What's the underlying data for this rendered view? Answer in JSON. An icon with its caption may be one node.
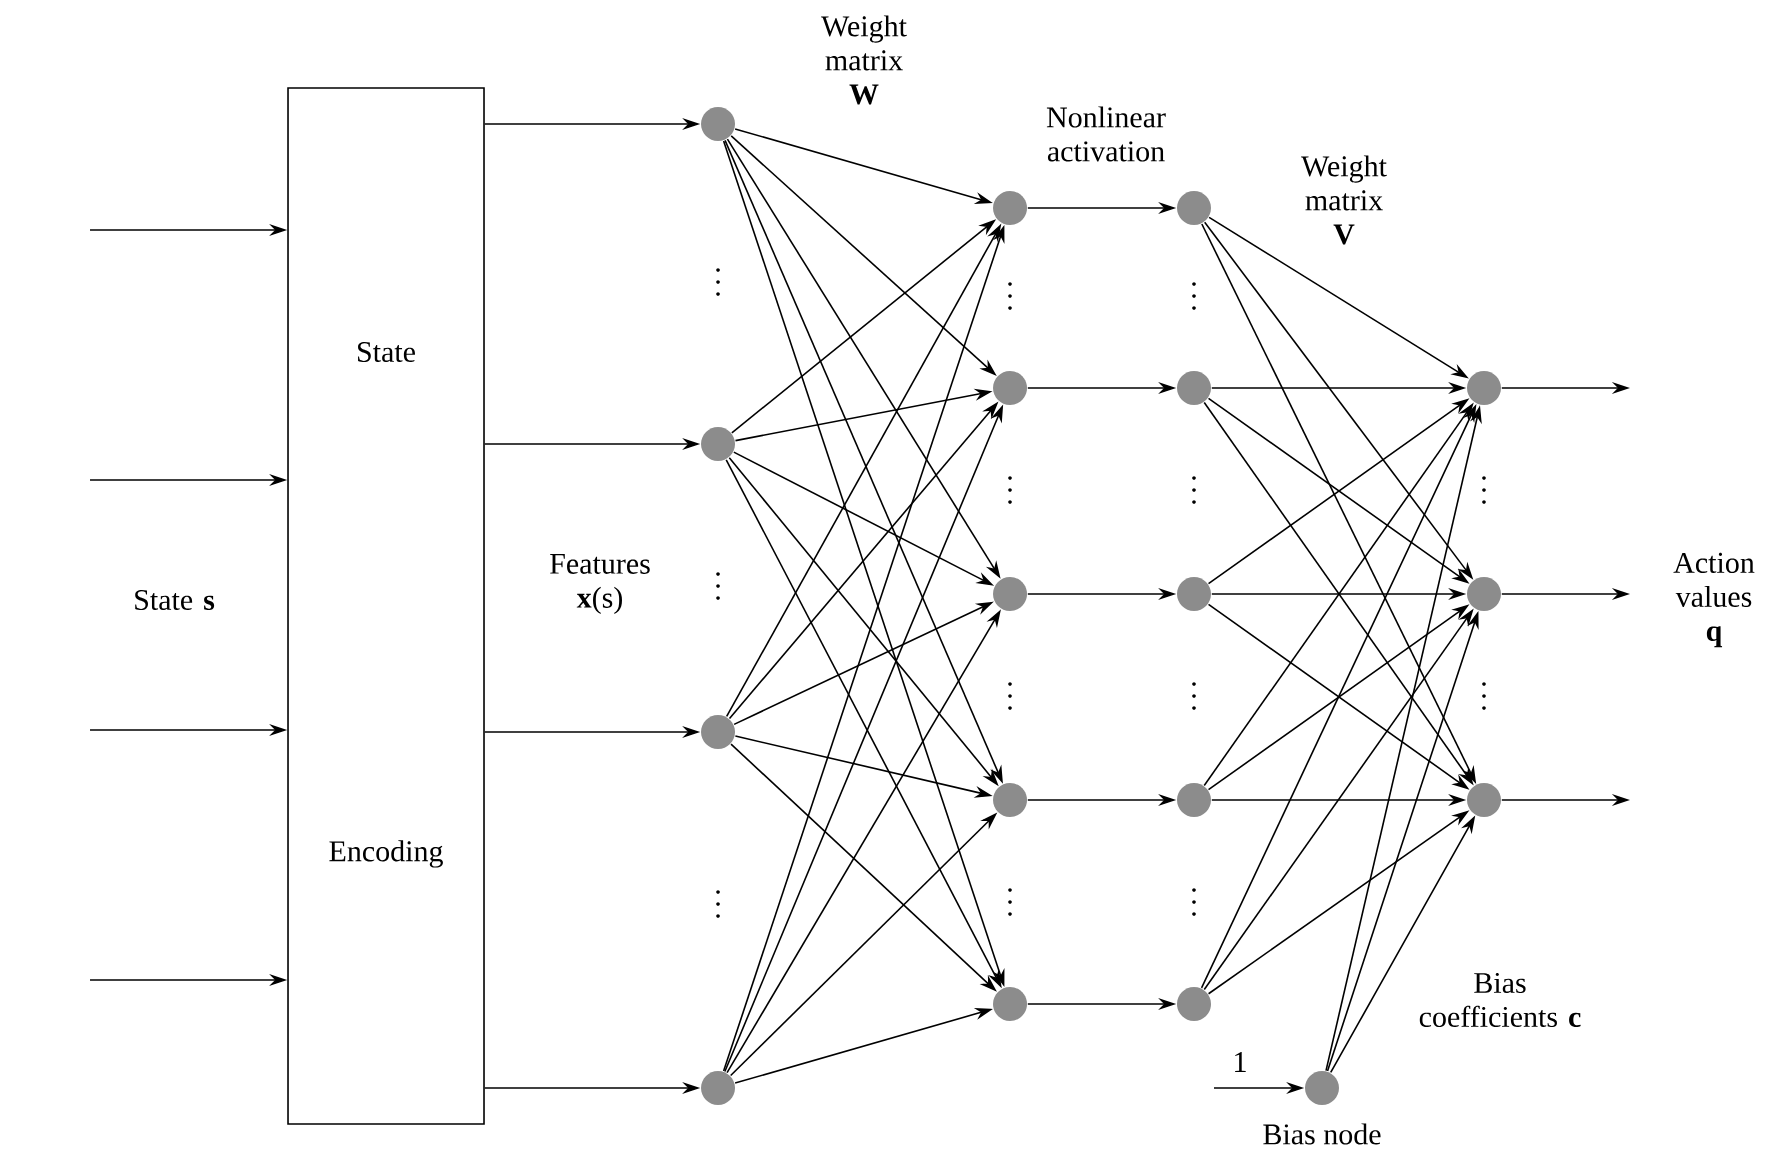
{
  "diagram": {
    "nodes": [
      {
        "text": [
          "State",
          "Encoding"
        ]
      },
      {
        "text": [],
        "shape": "circle"
      },
      {
        "text": [],
        "shape": "circle"
      },
      {
        "text": [],
        "shape": "circle"
      },
      {
        "text": [],
        "shape": "circle"
      },
      {
        "text": [],
        "shape": "circle"
      },
      {
        "text": [],
        "shape": "circle"
      },
      {
        "text": [],
        "shape": "circle"
      },
      {
        "text": [],
        "shape": "circle"
      },
      {
        "text": [],
        "shape": "circle"
      },
      {
        "text": [],
        "shape": "circle"
      },
      {
        "text": [],
        "shape": "circle"
      },
      {
        "text": [],
        "shape": "circle"
      },
      {
        "text": [],
        "shape": "circle"
      },
      {
        "text": [],
        "shape": "circle"
      },
      {
        "text": [],
        "shape": "circle"
      },
      {
        "text": [],
        "shape": "circle"
      },
      {
        "text": [],
        "shape": "circle"
      },
      {
        "text": [],
        "shape": "circle",
        "beside": [
          "Bias node"
        ]
      }
    ],
    "edges": [
      {
        "from": null,
        "to": 0,
        "arrow": "to"
      },
      {
        "from": null,
        "to": 0,
        "arrow": "to"
      },
      {
        "from": null,
        "to": 0,
        "arrow": "to"
      },
      {
        "from": null,
        "to": 0,
        "arrow": "to"
      },
      {
        "from": 0,
        "to": 1,
        "arrow": "to"
      },
      {
        "from": 0,
        "to": 2,
        "arrow": "to"
      },
      {
        "from": 0,
        "to": 3,
        "arrow": "to"
      },
      {
        "from": 0,
        "to": 4,
        "arrow": "to"
      },
      {
        "from": 1,
        "to": 5,
        "arrow": "to"
      },
      {
        "from": 1,
        "to": 6,
        "arrow": "to"
      },
      {
        "from": 1,
        "to": 7,
        "arrow": "to"
      },
      {
        "from": 1,
        "to": 8,
        "arrow": "to"
      },
      {
        "from": 1,
        "to": 9,
        "arrow": "to"
      },
      {
        "from": 2,
        "to": 5,
        "arrow": "to"
      },
      {
        "from": 2,
        "to": 6,
        "arrow": "to"
      },
      {
        "from": 2,
        "to": 7,
        "arrow": "to"
      },
      {
        "from": 2,
        "to": 8,
        "arrow": "to"
      },
      {
        "from": 2,
        "to": 9,
        "arrow": "to"
      },
      {
        "from": 3,
        "to": 5,
        "arrow": "to"
      },
      {
        "from": 3,
        "to": 6,
        "arrow": "to"
      },
      {
        "from": 3,
        "to": 7,
        "arrow": "to"
      },
      {
        "from": 3,
        "to": 8,
        "arrow": "to"
      },
      {
        "from": 3,
        "to": 9,
        "arrow": "to"
      },
      {
        "from": 4,
        "to": 5,
        "arrow": "to"
      },
      {
        "from": 4,
        "to": 6,
        "arrow": "to"
      },
      {
        "from": 4,
        "to": 7,
        "arrow": "to"
      },
      {
        "from": 4,
        "to": 8,
        "arrow": "to"
      },
      {
        "from": 4,
        "to": 9,
        "arrow": "to"
      },
      {
        "from": 5,
        "to": 10,
        "arrow": "to"
      },
      {
        "from": 6,
        "to": 11,
        "arrow": "to"
      },
      {
        "from": 7,
        "to": 12,
        "arrow": "to"
      },
      {
        "from": 8,
        "to": 13,
        "arrow": "to"
      },
      {
        "from": 9,
        "to": 14,
        "arrow": "to"
      },
      {
        "from": 10,
        "to": 15,
        "arrow": "to"
      },
      {
        "from": 10,
        "to": 16,
        "arrow": "to"
      },
      {
        "from": 10,
        "to": 17,
        "arrow": "to"
      },
      {
        "from": 11,
        "to": 15,
        "arrow": "to"
      },
      {
        "from": 11,
        "to": 16,
        "arrow": "to"
      },
      {
        "from": 11,
        "to": 17,
        "arrow": "to"
      },
      {
        "from": 12,
        "to": 15,
        "arrow": "to"
      },
      {
        "from": 12,
        "to": 16,
        "arrow": "to"
      },
      {
        "from": 12,
        "to": 17,
        "arrow": "to"
      },
      {
        "from": 13,
        "to": 15,
        "arrow": "to"
      },
      {
        "from": 13,
        "to": 16,
        "arrow": "to"
      },
      {
        "from": 13,
        "to": 17,
        "arrow": "to"
      },
      {
        "from": 14,
        "to": 15,
        "arrow": "to"
      },
      {
        "from": 14,
        "to": 16,
        "arrow": "to"
      },
      {
        "from": 14,
        "to": 17,
        "arrow": "to"
      },
      {
        "from": 18,
        "to": 15,
        "arrow": "to"
      },
      {
        "from": 18,
        "to": 16,
        "arrow": "to"
      },
      {
        "from": 18,
        "to": 17,
        "arrow": "to"
      },
      {
        "from": null,
        "to": 18,
        "arrow": "to",
        "label": "1"
      },
      {
        "from": 15,
        "to": null,
        "arrow": "to"
      },
      {
        "from": 16,
        "to": null,
        "arrow": "to"
      },
      {
        "from": 17,
        "to": null,
        "arrow": "to"
      }
    ],
    "labels": [
      "Weight matrix **W**",
      "Nonlinear activation",
      "Weight matrix **V**",
      "State **s**",
      "Features **x**(s)",
      "Action values **q**",
      "Bias coefficients **c**"
    ]
  }
}
